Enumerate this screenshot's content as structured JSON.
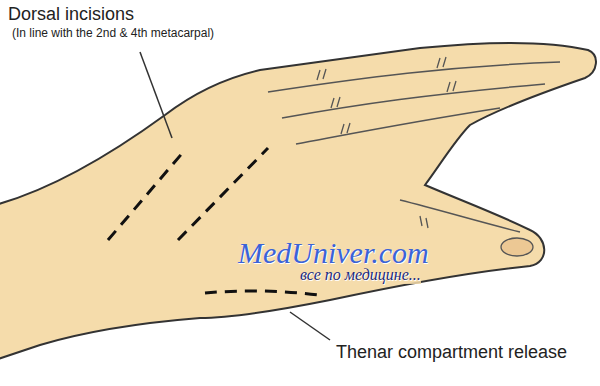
{
  "diagram": {
    "labels": [
      "Dorsal incisions",
      "(In line with the 2nd & 4th metacarpal)",
      "MedUniver.com",
      "все по медицине...",
      "Thenar compartment release"
    ]
  }
}
